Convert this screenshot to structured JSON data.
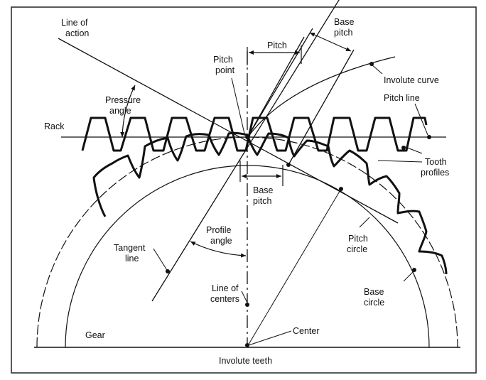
{
  "diagram": {
    "caption": "Involute teeth",
    "labels": {
      "line_of_action": [
        "Line of",
        "action"
      ],
      "base_pitch_top": [
        "Base",
        "pitch"
      ],
      "pitch": "Pitch",
      "pitch_point": [
        "Pitch",
        "point"
      ],
      "involute_curve": "Involute curve",
      "pressure_angle": [
        "Pressure",
        "angle"
      ],
      "pitch_line": "Pitch line",
      "rack": "Rack",
      "tooth_profiles": [
        "Tooth",
        "profiles"
      ],
      "base_pitch_mid": [
        "Base",
        "pitch"
      ],
      "profile_angle": [
        "Profile",
        "angle"
      ],
      "tangent_line": [
        "Tangent",
        "line"
      ],
      "pitch_circle": [
        "Pitch",
        "circle"
      ],
      "line_of_centers": [
        "Line of",
        "centers"
      ],
      "base_circle": [
        "Base",
        "circle"
      ],
      "gear": "Gear",
      "center": "Center"
    }
  }
}
